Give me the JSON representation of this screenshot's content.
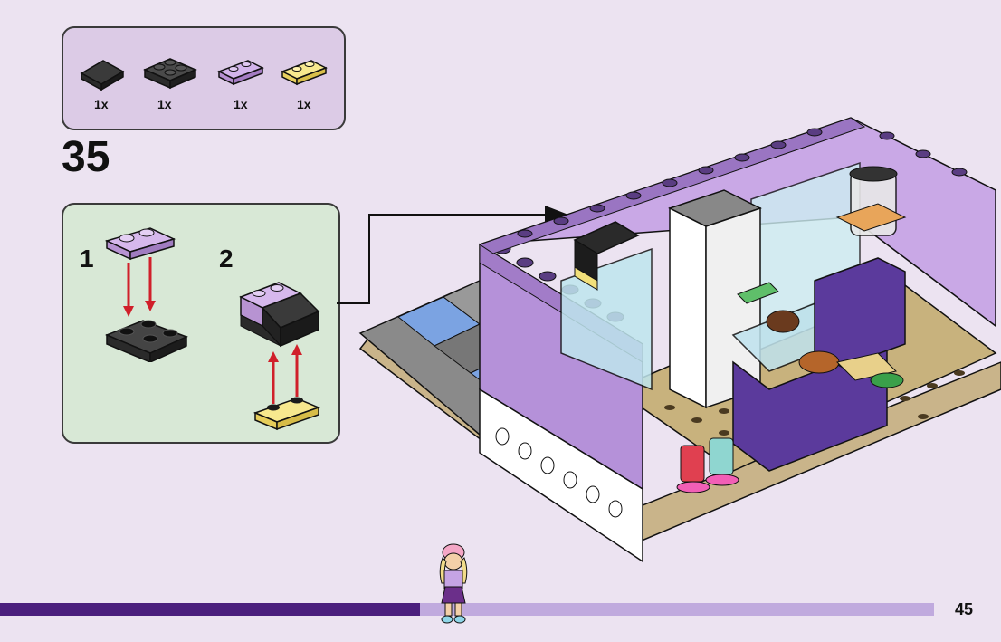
{
  "parts_list": {
    "items": [
      {
        "name": "black slope brick",
        "qty": "1x",
        "color": "#2b2b2b"
      },
      {
        "name": "dark gray 2x2 bracket plate",
        "qty": "1x",
        "color": "#3d3d3d"
      },
      {
        "name": "lavender 1x2 plate",
        "qty": "1x",
        "color": "#c9a8e0"
      },
      {
        "name": "transparent yellow 1x2 plate",
        "qty": "1x",
        "color": "#f2e07a"
      }
    ]
  },
  "step": {
    "number": "35",
    "substeps": [
      {
        "label": "1"
      },
      {
        "label": "2"
      }
    ]
  },
  "footer": {
    "page_number": "45",
    "progress": 0.45,
    "progress_color": "#4b1f7d",
    "track_color": "#c0aade"
  }
}
